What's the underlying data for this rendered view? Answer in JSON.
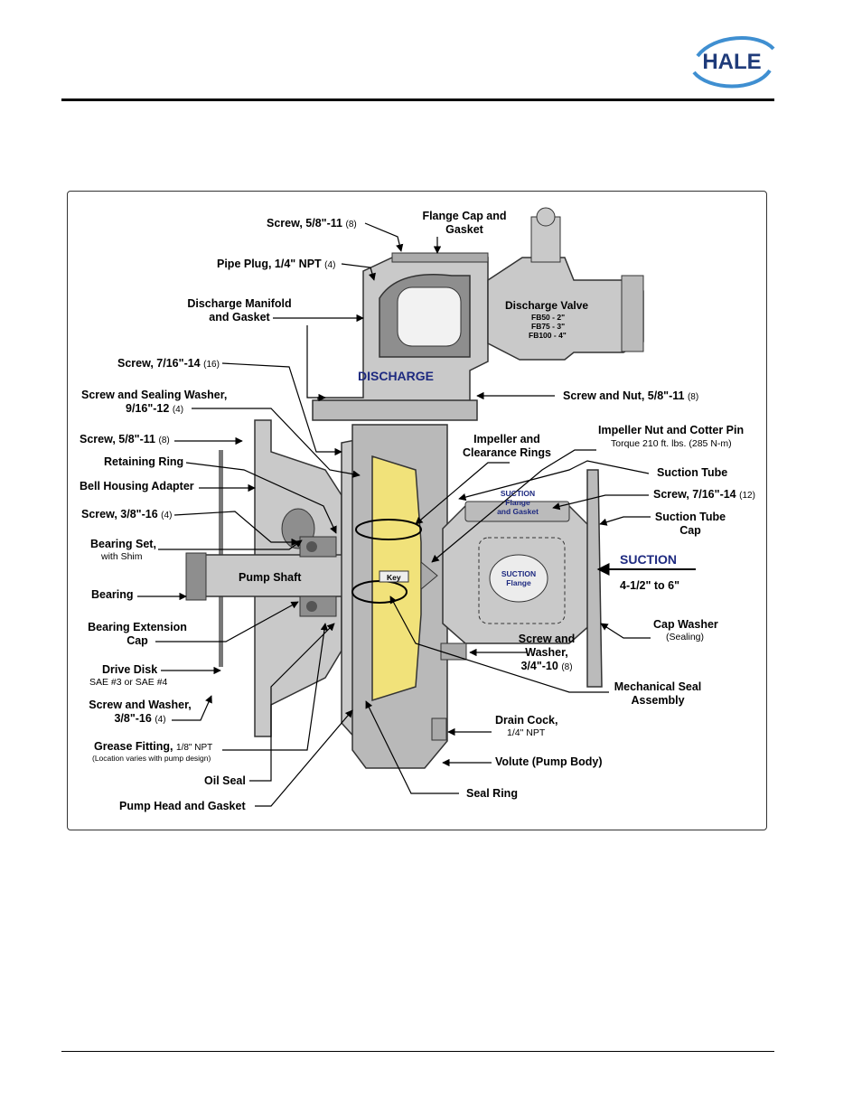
{
  "header": {
    "logo_text": "HALE",
    "logo_color": "#1f3b7a",
    "swoosh_color": "#3f8fd1"
  },
  "diagram": {
    "discharge": "DISCHARGE",
    "suction": "SUCTION",
    "suction_size": "4-1/2\" to 6\"",
    "pump_shaft": "Pump Shaft",
    "key": "Key",
    "suction_flange_gasket": [
      "SUCTION",
      "Flange",
      "and Gasket"
    ],
    "suction_flange": [
      "SUCTION",
      "Flange"
    ],
    "discharge_valve": {
      "title": "Discharge Valve",
      "sizes": [
        "FB50 - 2\"",
        "FB75 - 3\"",
        "FB100 - 4\""
      ]
    },
    "labels": {
      "screw_58_top": {
        "text": "Screw, 5/8\"-11",
        "qty": "(8)"
      },
      "flange_cap": [
        "Flange Cap and",
        "Gasket"
      ],
      "pipe_plug": {
        "text": "Pipe Plug, 1/4\" NPT",
        "qty": "(4)"
      },
      "discharge_manifold": [
        "Discharge Manifold",
        "and Gasket"
      ],
      "screw_716_16": {
        "text": "Screw, 7/16\"-14",
        "qty": "(16)"
      },
      "sealing_washer": [
        "Screw and Sealing Washer,",
        "9/16\"-12"
      ],
      "sealing_washer_qty": "(4)",
      "screw_nut": {
        "text": "Screw and Nut, 5/8\"-11",
        "qty": "(8)"
      },
      "screw_58_left": {
        "text": "Screw, 5/8\"-11",
        "qty": "(8)"
      },
      "impeller_rings": [
        "Impeller and",
        "Clearance Rings"
      ],
      "impeller_nut": "Impeller Nut and Cotter Pin",
      "torque": "Torque 210 ft. lbs. (285 N-m)",
      "retaining_ring": "Retaining Ring",
      "suction_tube": "Suction Tube",
      "bell_housing": "Bell Housing Adapter",
      "screw_716_12": {
        "text": "Screw, 7/16\"-14",
        "qty": "(12)"
      },
      "screw_38": {
        "text": "Screw, 3/8\"-16",
        "qty": "(4)"
      },
      "suction_tube_cap": [
        "Suction Tube",
        "Cap"
      ],
      "bearing_set": "Bearing Set,",
      "with_shim": "with Shim",
      "bearing": "Bearing",
      "bearing_ext": [
        "Bearing Extension",
        "Cap"
      ],
      "cap_washer": "Cap Washer",
      "sealing": "(Sealing)",
      "screw_washer_34": [
        "Screw and",
        "Washer,",
        "3/4\"-10"
      ],
      "screw_washer_34_qty": "(8)",
      "drive_disk": "Drive Disk",
      "sae": "SAE #3 or SAE #4",
      "mech_seal": [
        "Mechanical Seal",
        "Assembly"
      ],
      "screw_washer_38": [
        "Screw and Washer,",
        "3/8\"-16"
      ],
      "screw_washer_38_qty": "(4)",
      "drain_cock": "Drain Cock,",
      "drain_npt": "1/4\" NPT",
      "grease_fitting": "Grease Fitting,",
      "grease_npt": "1/8\" NPT",
      "grease_note": "(Location varies with pump design)",
      "volute": "Volute (Pump Body)",
      "oil_seal": "Oil Seal",
      "seal_ring": "Seal Ring",
      "pump_head": "Pump Head and Gasket"
    },
    "colors": {
      "body_gray": "#c9c9c9",
      "dark_gray": "#8e8e8e",
      "impeller_yellow": "#f1e27a",
      "suction_blue": "#1e2a80"
    }
  }
}
